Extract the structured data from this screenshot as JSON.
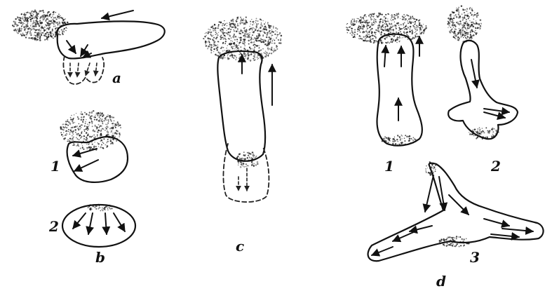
{
  "figure": {
    "labels": {
      "a": "a",
      "b": "b",
      "b1": "1",
      "b2": "2",
      "c": "c",
      "d": "d",
      "d1": "1",
      "d2": "2",
      "d3": "3"
    },
    "ink_color": "#111111",
    "stipple_color": "#222222"
  }
}
